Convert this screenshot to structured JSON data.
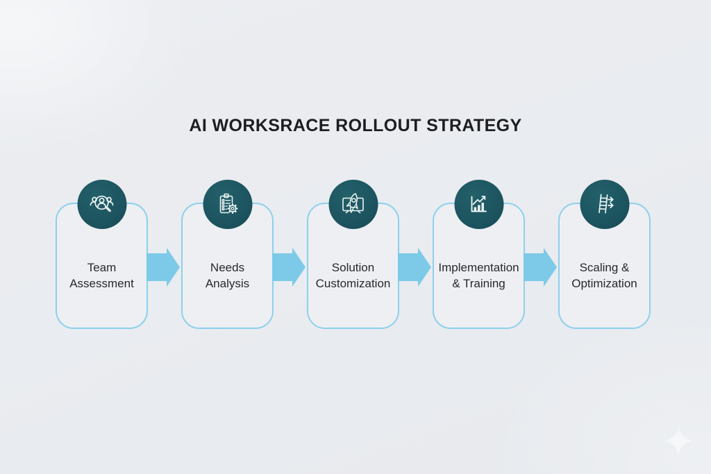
{
  "title": "AI WORKSRACE ROLLOUT STRATEGY",
  "steps": [
    {
      "label": "Team Assessment",
      "line1": "Team",
      "line2": "Assessment",
      "icon": "team-search-icon"
    },
    {
      "label": "Needs Analysis",
      "line1": "Needs",
      "line2": "Analysis",
      "icon": "clipboard-checklist-gear-icon"
    },
    {
      "label": "Solution Customization",
      "line1": "Solution",
      "line2": "Customization",
      "icon": "rocket-launch-screen-icon"
    },
    {
      "label": "Implementation & Training",
      "line1": "Implementation",
      "line2": "& Training",
      "icon": "growth-chart-icon"
    },
    {
      "label": "Scaling & Optimization",
      "line1": "Scaling &",
      "line2": "Optimization",
      "icon": "ladder-scaling-icon"
    }
  ],
  "colors": {
    "background": "#e8ebef",
    "box_fill": "#edeff3",
    "box_border": "#8dd0ec",
    "arrow": "#7ccae8",
    "badge": "#1d5561",
    "icon": "#eef5f5",
    "title_text": "#1c1e21",
    "label_text": "#26292c",
    "sparkle": "#f7f9fb"
  },
  "decoration": {
    "sparkle": "four-point-star-icon"
  }
}
